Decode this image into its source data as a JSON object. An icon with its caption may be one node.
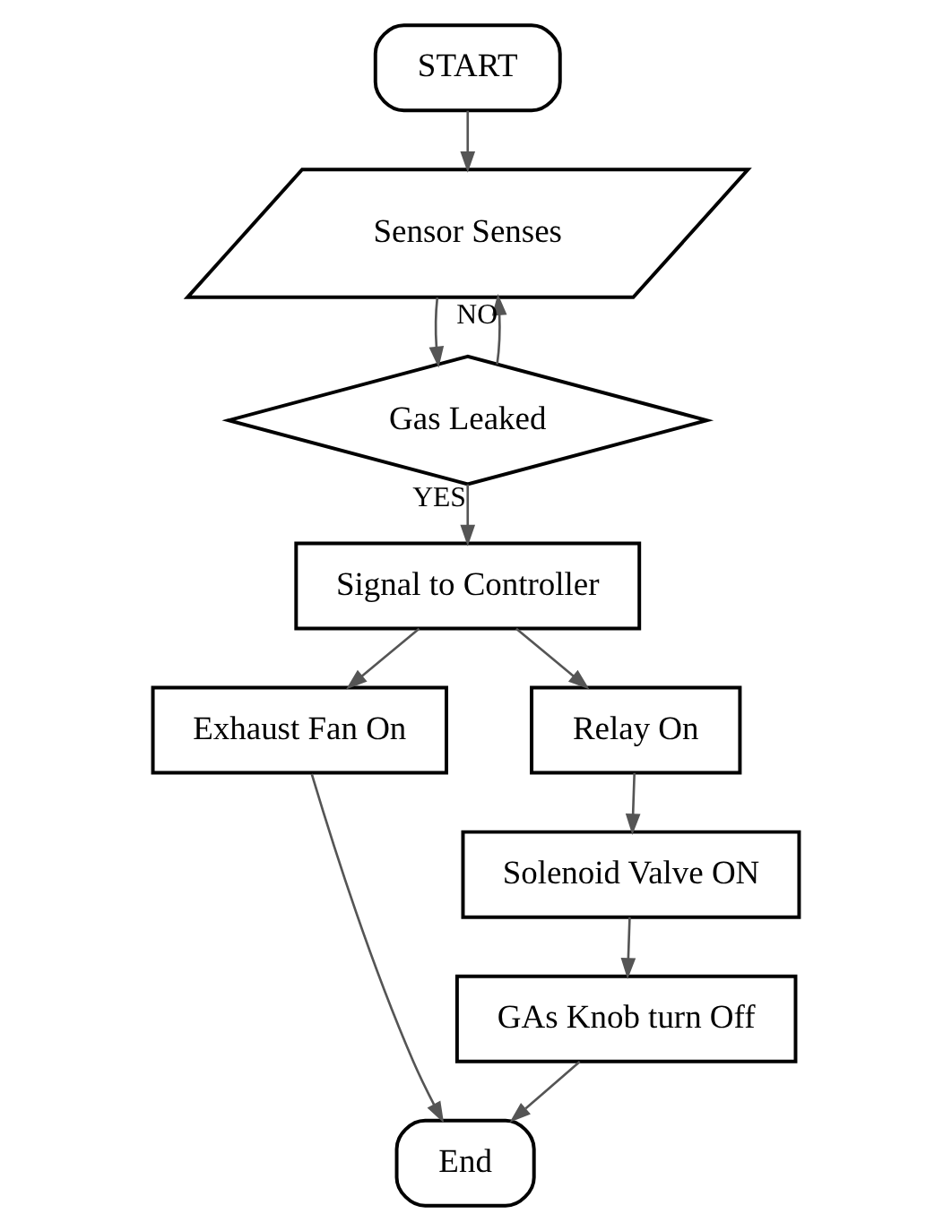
{
  "diagram": {
    "nodes": [
      {
        "text": [
          "START"
        ]
      },
      {
        "text": [
          "Sensor Senses"
        ]
      },
      {
        "text": [
          "Gas Leaked"
        ]
      },
      {
        "text": [
          "Signal to Controller"
        ]
      },
      {
        "text": [
          "Exhaust Fan On"
        ]
      },
      {
        "text": [
          "Relay On"
        ]
      },
      {
        "text": [
          "Solenoid Valve ON"
        ]
      },
      {
        "text": [
          "GAs Knob turn Off"
        ]
      },
      {
        "text": [
          "End"
        ]
      }
    ],
    "edges": [
      {
        "from": 0,
        "to": 1,
        "arrow": "to"
      },
      {
        "from": 1,
        "to": 2,
        "arrow": "to"
      },
      {
        "from": 2,
        "to": 1,
        "arrow": "to",
        "label": "NO"
      },
      {
        "from": 2,
        "to": 3,
        "arrow": "to",
        "label": "YES"
      },
      {
        "from": 3,
        "to": 4,
        "arrow": "to"
      },
      {
        "from": 3,
        "to": 5,
        "arrow": "to"
      },
      {
        "from": 5,
        "to": 6,
        "arrow": "to"
      },
      {
        "from": 6,
        "to": 7,
        "arrow": "to"
      },
      {
        "from": 7,
        "to": 8,
        "arrow": "to"
      },
      {
        "from": 4,
        "to": 8,
        "arrow": "to"
      }
    ]
  }
}
